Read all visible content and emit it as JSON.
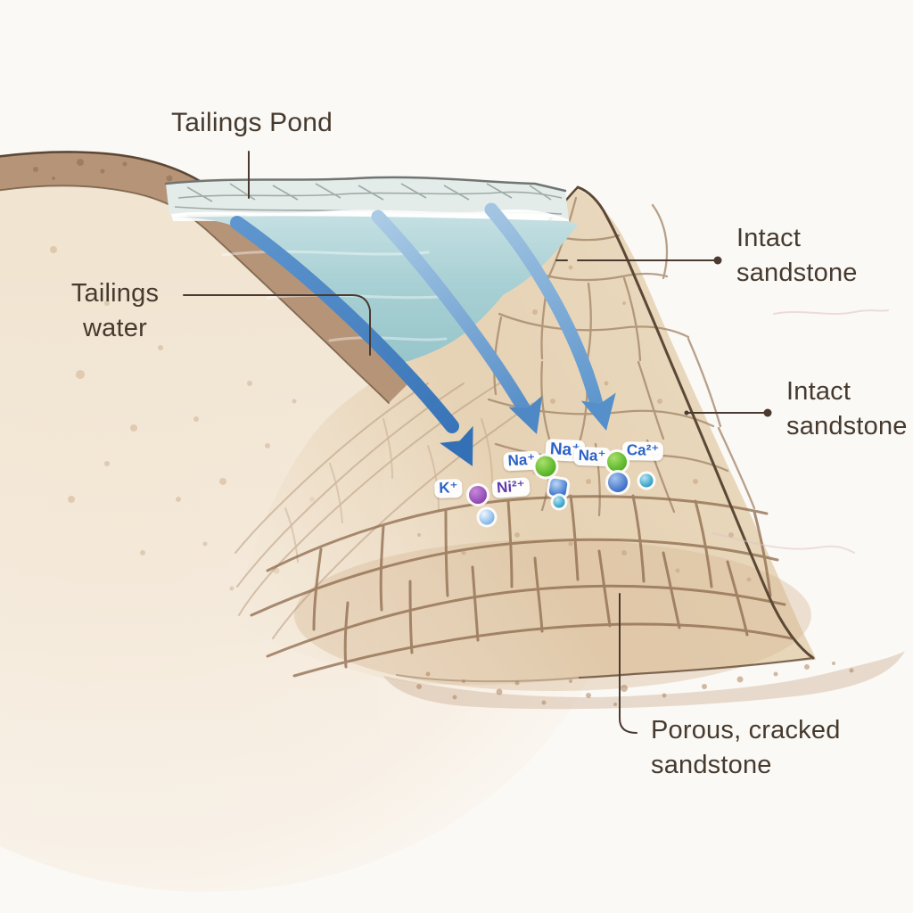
{
  "diagram": {
    "labels": {
      "pond": "Tailings Pond",
      "tailings_water": "Tailings water",
      "intact_sandstone_upper": "Intact sandstone",
      "intact_sandstone_right": "Intact sandstone",
      "porous_sandstone": "Porous, cracked sandstone"
    },
    "ions": {
      "k": "K⁺",
      "ni": "Ni²⁺",
      "na_1": "Na⁺",
      "na_2": "Na⁺",
      "na_3": "Na⁺",
      "ca": "Ca²⁺"
    },
    "palette": {
      "background": "#fbf9f5",
      "label_ink": "#463a2f",
      "leader_line": "#4a3a30",
      "arrow_blue_dark": "#3a78bd",
      "arrow_blue_light": "#8fb8dd",
      "pond_water": "#a6ced2",
      "pond_crust": "#e3ece9",
      "foam_white": "#ffffff",
      "sandstone": "#ead9c0",
      "sandstone_crack": "#a0815f",
      "earth_band_brown": "#b69478",
      "earth_light_tan": "#f1e4d1",
      "ion_text_blue": "#2a62c8",
      "ion_text_purple": "#5b3aa8",
      "ion_green": "#54b224",
      "ion_purple": "#8f45b5",
      "ion_blue": "#3e6fc9",
      "ion_teal": "#2f9ec4"
    }
  }
}
